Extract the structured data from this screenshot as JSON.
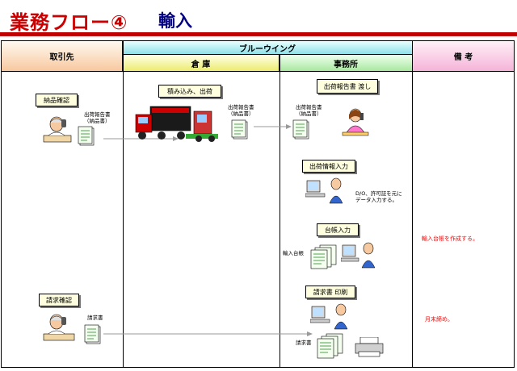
{
  "title": {
    "main": "業務フロー④",
    "sub": "輸入"
  },
  "header": {
    "partner": "取引先",
    "blue_wing": "ブルーウイング",
    "warehouse": "倉 庫",
    "office": "事務所",
    "notes": "備 考"
  },
  "steps": {
    "delivery_check": "納品確認",
    "loading": "積み込み、出荷",
    "shipping_report_issue": "出荷報告書 渡し",
    "shipping_info_input": "出荷情報入力",
    "ledger_input": "台帳入力",
    "invoice_print": "請求書 印刷",
    "invoice_check": "請求確認"
  },
  "doc_labels": {
    "shipping_report_line1": "出荷報告書",
    "shipping_report_line2": "（納品書）",
    "input_note_line1": "D/O、許可証を元に",
    "input_note_line2": "データ入力する。",
    "import_ledger": "輸入台帳",
    "invoice": "請求書"
  },
  "notes": {
    "ledger_note": "輸入台帳を作成する。",
    "month_end_note": "月末締め。"
  },
  "colors": {
    "title_red": "#cc0000",
    "subtitle_navy": "#000080",
    "note_red": "#ff0000",
    "partner_header": "#f7c89f",
    "blue_wing_header": "#8fdfe8",
    "warehouse_header": "#ecec70",
    "office_header": "#a8e8a0",
    "notes_header": "#f4b4d8",
    "step_box": "#ffffe0"
  }
}
